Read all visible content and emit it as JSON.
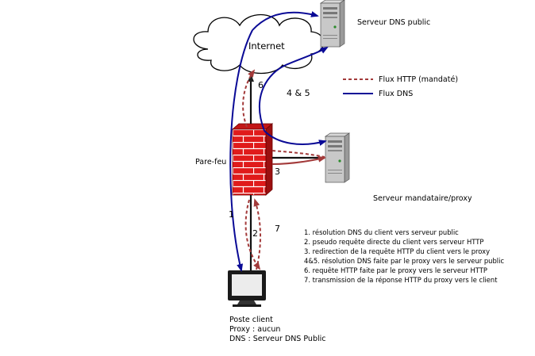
{
  "labels": {
    "cloud": "Internet",
    "dns_server": "Serveur DNS public",
    "proxy_server": "Serveur mandataire/proxy",
    "firewall": "Pare-feu",
    "client_title": "Poste client",
    "client_proxy": "Proxy : aucun",
    "client_dns": "DNS : Serveur DNS Public"
  },
  "legend": {
    "http": "Flux HTTP (mandaté)",
    "dns": "Flux DNS",
    "http_color": "#a33a3a",
    "dns_color": "#0a0a96"
  },
  "arrow_numbers": {
    "n1": "1",
    "n2": "2",
    "n3": "3",
    "n45": "4 & 5",
    "n6": "6",
    "n7": "7"
  },
  "steps": [
    "1. résolution DNS du client vers serveur public",
    "2. pseudo requête directe du client vers serveur HTTP",
    "3. redirection de la requête HTTP du client vers le proxy",
    "4&5. résolution DNS faite par le proxy vers le serveur public",
    "6. requête HTTP faite par le proxy vers le serveur HTTP",
    "7. transmission de la réponse HTTP du proxy vers le client"
  ]
}
